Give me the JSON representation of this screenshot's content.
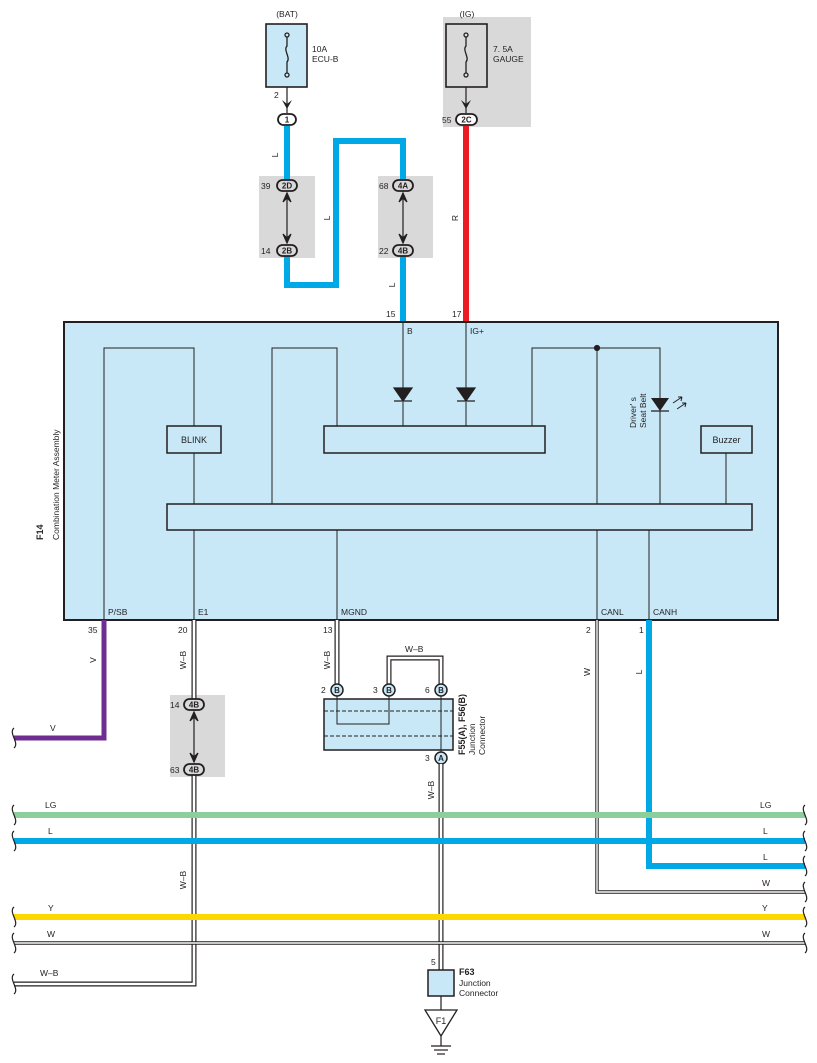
{
  "colors": {
    "L": "#00a9e6",
    "R": "#ed1c24",
    "V": "#6f2c91",
    "LG": "#8cce9c",
    "Y": "#ffd700",
    "meter_fill": "#c8e8f8",
    "shade": "#d9d9d9",
    "ink": "#231f20"
  },
  "fuses": {
    "bat": {
      "source": "(BAT)",
      "rating": "10A",
      "name": "ECU-B"
    },
    "ig": {
      "source": "(IG)",
      "rating": "7. 5A",
      "name": "GAUGE"
    }
  },
  "connectors": {
    "c2d": "2D",
    "c2b": "2B",
    "c4a": "4A",
    "c4b": "4B",
    "c2c": "2C",
    "c1": "1",
    "pb": "B",
    "pa": "A",
    "f1": "F1"
  },
  "pins": {
    "bat_2": "2",
    "p39": "39",
    "p14a": "14",
    "p68": "68",
    "p22": "22",
    "p55": "55",
    "p15": "15",
    "p17": "17",
    "p35": "35",
    "p20": "20",
    "p13": "13",
    "p2": "2",
    "p1": "1",
    "p14b": "14",
    "p63": "63",
    "jc2": "2",
    "jc3": "3",
    "jc6": "6",
    "jc3a": "3",
    "p5": "5"
  },
  "wire_labels": {
    "L": "L",
    "R": "R",
    "V": "V",
    "W": "W",
    "WB": "W–B",
    "LG": "LG",
    "Y": "Y"
  },
  "meter": {
    "id": "F14",
    "name": "Combination Meter Assembly",
    "terminals": {
      "b": "B",
      "ig": "IG+",
      "psb": "P/SB",
      "e1": "E1",
      "mgnd": "MGND",
      "canl": "CANL",
      "canh": "CANH"
    },
    "blink": "BLINK",
    "buzzer": "Buzzer",
    "seat_belt_line1": "Driver' s",
    "seat_belt_line2": "Seat Belt"
  },
  "junction": {
    "id": "F55(A), F56(B)",
    "line1": "Junction",
    "line2": "Connector"
  },
  "f63": {
    "id": "F63",
    "line1": "Junction",
    "line2": "Connector"
  }
}
